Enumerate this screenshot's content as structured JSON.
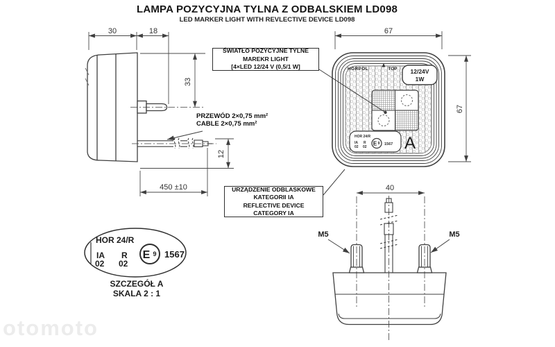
{
  "title": {
    "line1": "LAMPA POZYCYJNA TYLNA Z ODBALSKIEM LD098",
    "line2": "LED MARKER LIGHT WITH REVLECTIVE DEVICE LD098"
  },
  "callout_marker_light": {
    "line1": "ŚWIATŁO POZYCYJNE TYLNE",
    "line2": "MAREKR LIGHT",
    "line3": "[4×LED 12/24 V (0,5/1 W]"
  },
  "callout_reflective": {
    "line1": "URZĄDZENIE ODBLASKOWE",
    "line2": "KATEGORII IA",
    "line3": "REFLECTIVE DEVICE",
    "line4": "CATEGORY IA"
  },
  "cable_label": {
    "line1": "PRZEWÓD 2×0,75 mm²",
    "line2": "CABLE 2×0,75 mm²"
  },
  "dimensions": {
    "body_depth": "30",
    "stud_length": "18",
    "stud_offset": "33",
    "cable_offset": "12",
    "cable_length": "450 ±10",
    "front_width": "67",
    "front_height": "67",
    "stud_spacing": "40",
    "thread_size_left": "M5",
    "thread_size_right": "M5"
  },
  "front_view": {
    "brand": "HORPOL",
    "orientation": "TOP",
    "badge_line1": "12/24V",
    "badge_line2": "1W",
    "detail_letter": "A",
    "plate": {
      "marking": "HOR 24/R",
      "col1_top": "IA",
      "col1_bottom": "02",
      "col2_top": "R",
      "col2_bottom": "02",
      "e_mark": "E",
      "e_digit": "9",
      "approval": "1567"
    }
  },
  "detail_a": {
    "marking": "HOR 24/R",
    "col1_top": "IA",
    "col1_bottom": "02",
    "col2_top": "R",
    "col2_bottom": "02",
    "e_mark": "E",
    "e_digit": "9",
    "approval": "1567",
    "caption1": "SZCZEGÓŁ A",
    "caption2": "SKALA 2 : 1"
  },
  "watermark": "otomoto",
  "colors": {
    "line": "#444444",
    "dim_line": "#4a4a4a",
    "text": "#1c1c1c",
    "background": "#ffffff"
  }
}
